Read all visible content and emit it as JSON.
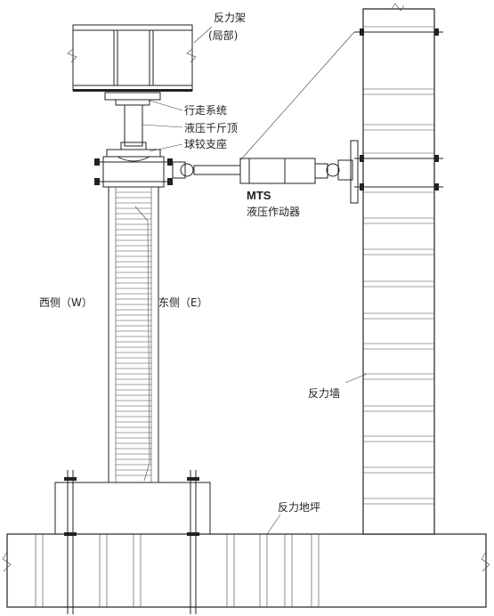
{
  "labels": {
    "reaction_frame": "反力架",
    "reaction_frame_part": "(局部)",
    "walking_system": "行走系统",
    "hydraulic_jack": "液压千斤顶",
    "spherical_hinge": "球铰支座",
    "mts": "MTS",
    "actuator": "液压作动器",
    "west_side": "西侧（W）",
    "east_side": "东侧（E）",
    "reaction_wall": "反力墙",
    "reaction_floor": "反力地坪"
  }
}
